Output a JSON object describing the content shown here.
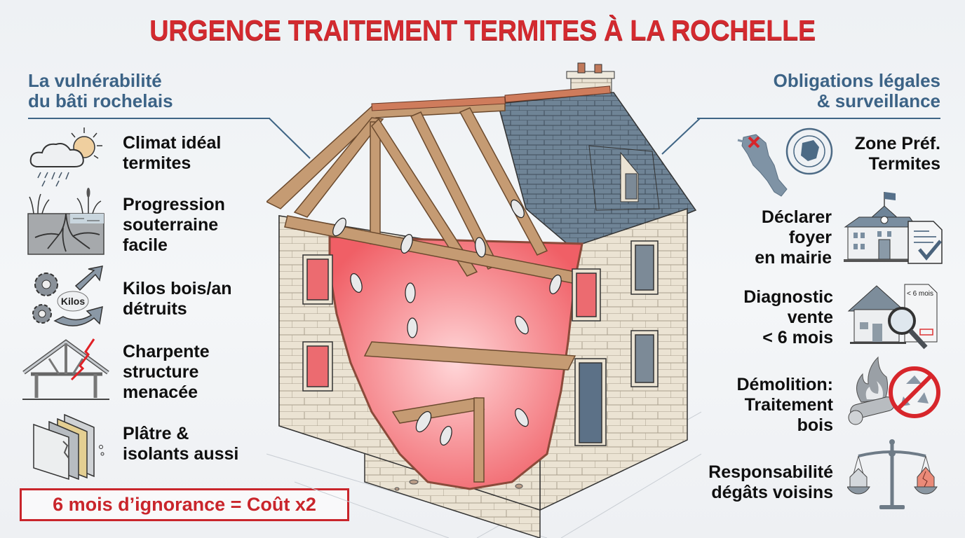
{
  "title": "URGENCE TRAITEMENT TERMITES À LA ROCHELLE",
  "colors": {
    "accent_red": "#d32a2f",
    "section_blue": "#3c6386",
    "infestation_glow": "#f2646a",
    "stone": "#ebe3d3",
    "slate_roof": "#6f8496",
    "timber": "#c59b73"
  },
  "left_section": {
    "heading_line1": "La vulnérabilité",
    "heading_line2": "du bâti rochelais",
    "items": [
      {
        "icon": "cloud-rain-sun-icon",
        "line1": "Climat idéal",
        "line2": "termites",
        "line3": ""
      },
      {
        "icon": "underground-roots-icon",
        "line1": "Progression",
        "line2": "souterraine",
        "line3": "facile"
      },
      {
        "icon": "gears-kilos-arrow-icon",
        "icon_label": "Kilos",
        "line1": "Kilos bois/an",
        "line2": "détruits",
        "line3": ""
      },
      {
        "icon": "roof-truss-crack-icon",
        "line1": "Charpente",
        "line2": "structure",
        "line3": "menacée"
      },
      {
        "icon": "plaster-insulation-layers-icon",
        "line1": "Plâtre &",
        "line2": "isolants aussi",
        "line3": ""
      }
    ],
    "callout": "6 mois d’ignorance = Coût x2"
  },
  "right_section": {
    "heading_line1": "Obligations légales",
    "heading_line2": "& surveillance",
    "items": [
      {
        "icon": "map-seal-icon",
        "line1": "Zone Préf.",
        "line2": "Termites",
        "line3": ""
      },
      {
        "icon": "town-hall-document-check-icon",
        "line1": "Déclarer",
        "line2": "foyer",
        "line3": "en mairie"
      },
      {
        "icon": "house-magnifier-report-icon",
        "icon_label": "< 6 mois",
        "line1": "Diagnostic",
        "line2": "vente",
        "line3": "< 6 mois"
      },
      {
        "icon": "burning-logs-no-recycle-icon",
        "line1": "Démolition:",
        "line2": "Traitement",
        "line3": "bois"
      },
      {
        "icon": "scale-of-justice-houses-icon",
        "line1": "Responsabilité",
        "line2": "dégâts voisins",
        "line3": ""
      }
    ]
  },
  "illustration": {
    "subject": "cutaway-house-termite-infestation",
    "termite_count": 14
  }
}
